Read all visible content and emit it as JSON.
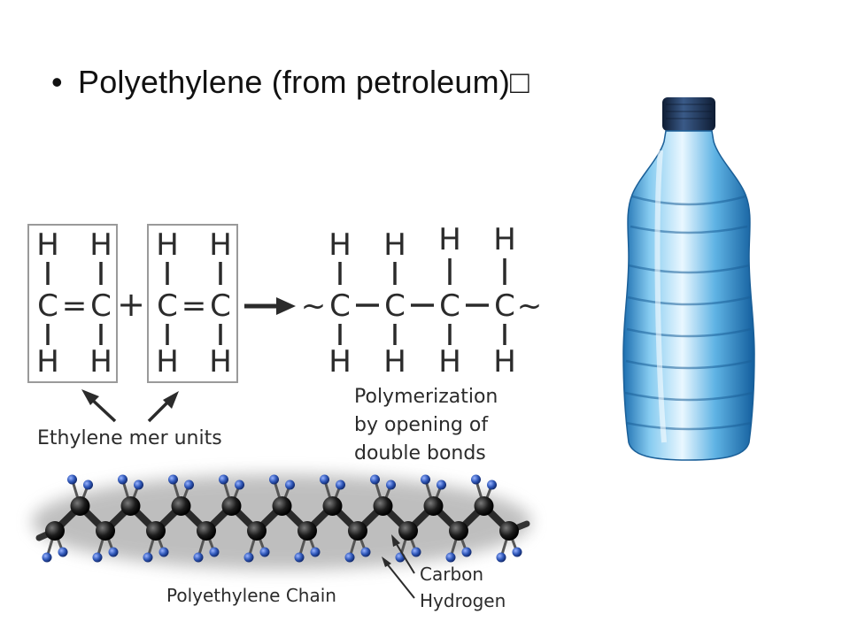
{
  "slide": {
    "bullet": "•",
    "title": "Polyethylene (from petroleum)□"
  },
  "diagram": {
    "atoms": {
      "H": "H",
      "C": "C"
    },
    "symbols": {
      "plus": "+",
      "double_bond": "=",
      "tilde": "~"
    },
    "labels": {
      "mer_units": "Ethylene mer units",
      "polymerization_1": "Polymerization",
      "polymerization_2": "by opening of",
      "polymerization_3": "double bonds",
      "chain": "Polyethylene Chain",
      "carbon": "Carbon",
      "hydrogen": "Hydrogen"
    }
  },
  "colors": {
    "carbon_atom": "#1c1c1c",
    "hydrogen_atom": "#2f57b8",
    "bottle_water": "#4aa6dc",
    "bottle_cap": "#23375c"
  }
}
